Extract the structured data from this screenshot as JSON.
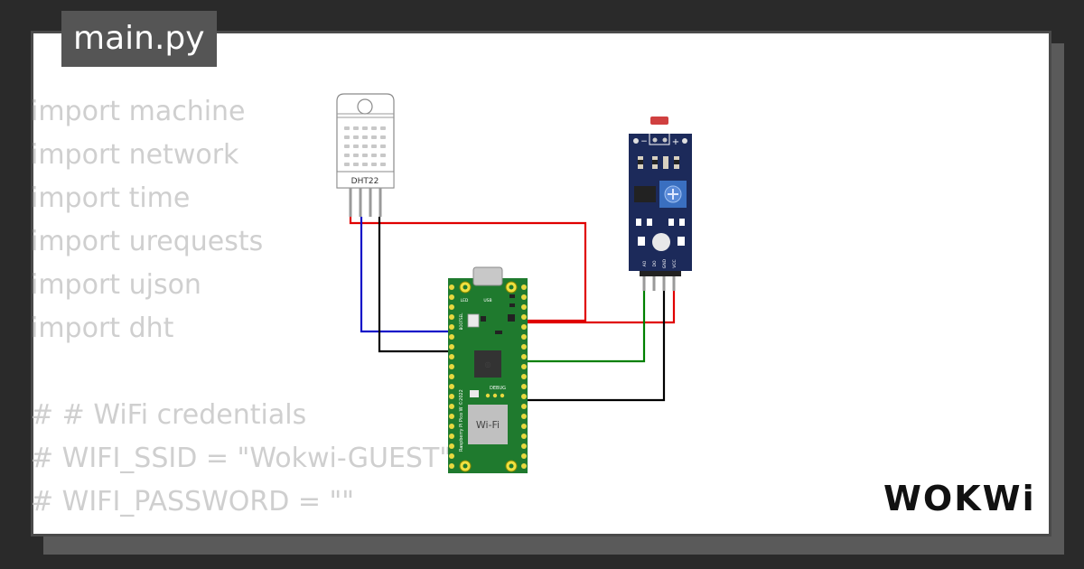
{
  "file_tab": {
    "label": "main.py"
  },
  "code": {
    "lines": [
      "import machine",
      "import network",
      "import time",
      "import urequests",
      "import ujson",
      "import dht",
      "",
      "# # WiFi credentials",
      "# WIFI_SSID = \"Wokwi-GUEST\"",
      "# WIFI_PASSWORD = \"\""
    ]
  },
  "dht22": {
    "label": "DHT22"
  },
  "pico": {
    "usb_label": "USB",
    "led_label": "LED",
    "bootsel_label": "BOOTSEL",
    "debug_label": "DEBUG",
    "wifi_label": "Wi-Fi",
    "board_text": "Raspberry Pi Pico W ©2022"
  },
  "ldr_module": {
    "minus": "−",
    "plus": "+",
    "pin_labels": [
      "AO",
      "DO",
      "GND",
      "VCC"
    ]
  },
  "logo": {
    "text": "WOKWi"
  },
  "colors": {
    "background": "#2a2a2a",
    "card": "#ffffff",
    "tab": "#555555",
    "code_text": "#cfcfcf",
    "pico_green": "#1f7a2e",
    "module_blue": "#1c2a5a",
    "wire_red": "#e00000",
    "wire_blue": "#1010c8",
    "wire_black": "#000000",
    "wire_green": "#008000"
  }
}
